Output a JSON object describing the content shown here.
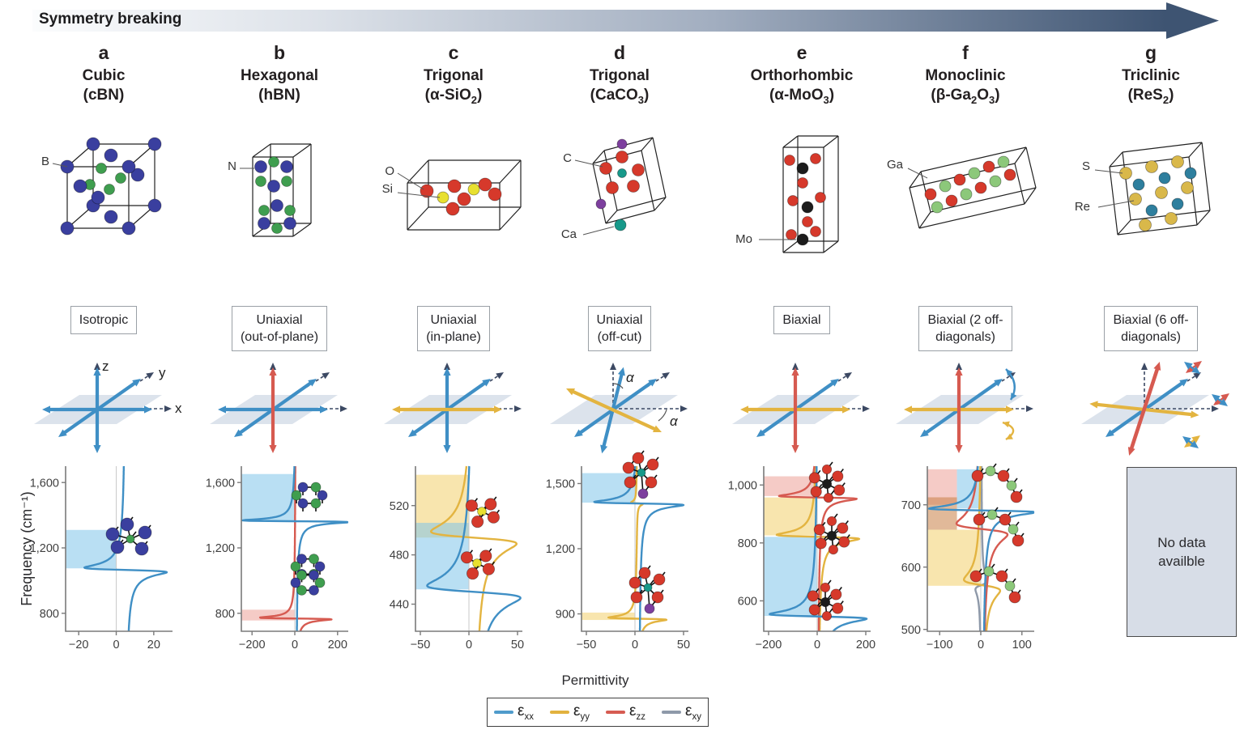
{
  "figure": {
    "arrow_label": "Symmetry breaking",
    "frequency_axis_label": "Frequency (cm⁻¹)",
    "permittivity_label": "Permittivity",
    "no_data_text": "No data availble",
    "arrow_gradient": [
      "#fbfcfd",
      "#dde2e9",
      "#a2aec0",
      "#3e5472"
    ],
    "legend": [
      {
        "name": "eps_xx",
        "symbol": "ε",
        "sub": "xx",
        "color": "#4f9bcb"
      },
      {
        "name": "eps_yy",
        "symbol": "ε",
        "sub": "yy",
        "color": "#e2b23e"
      },
      {
        "name": "eps_zz",
        "symbol": "ε",
        "sub": "zz",
        "color": "#d65c52"
      },
      {
        "name": "eps_xy",
        "symbol": "ε",
        "sub": "xy",
        "color": "#8e99a9"
      }
    ],
    "series_colors": {
      "eps_xx": "#3f8fc5",
      "eps_yy": "#e3b440",
      "eps_zz": "#d65a50",
      "eps_xy": "#8e99a9"
    },
    "band_colors": {
      "eps_xx": "#7fc4ea",
      "eps_yy": "#f2cf6b",
      "eps_zz": "#efa8a0",
      "overlap": "#c98045"
    },
    "atom_colors": {
      "b": "#3a3f9f",
      "g": "#3f9e4f",
      "y": "#e8e030",
      "r": "#d6392b",
      "t": "#17998a",
      "p": "#7d3f9e",
      "k": "#1c1c1c",
      "g2": "#8cc87a",
      "s": "#d9b84a",
      "re": "#2e7f9e"
    }
  },
  "columns": [
    {
      "letter": "a",
      "system": "Cubic",
      "formula": [
        [
          "(cBN)",
          0
        ]
      ],
      "anisotropy": [
        "Isotropic"
      ],
      "crystal_atom_labels": [
        "B"
      ],
      "axis_labels": [
        "z",
        "y",
        "x"
      ]
    },
    {
      "letter": "b",
      "system": "Hexagonal",
      "formula": [
        [
          "(hBN)",
          0
        ]
      ],
      "anisotropy": [
        "Uniaxial",
        "(out-of-plane)"
      ],
      "crystal_atom_labels": [
        "N"
      ]
    },
    {
      "letter": "c",
      "system": "Trigonal",
      "formula": [
        [
          "(α-SiO",
          0
        ],
        [
          "2",
          1
        ],
        [
          ")",
          0
        ]
      ],
      "anisotropy": [
        "Uniaxial",
        "(in-plane)"
      ],
      "crystal_atom_labels": [
        "O",
        "Si"
      ]
    },
    {
      "letter": "d",
      "system": "Trigonal",
      "formula": [
        [
          "(CaCO",
          0
        ],
        [
          "3",
          1
        ],
        [
          ")",
          0
        ]
      ],
      "anisotropy": [
        "Uniaxial",
        "(off-cut)"
      ],
      "crystal_atom_labels": [
        "C",
        "Ca"
      ],
      "angle_labels": [
        "α",
        "α"
      ]
    },
    {
      "letter": "e",
      "system": "Orthorhombic",
      "formula": [
        [
          "(α-MoO",
          0
        ],
        [
          "3",
          1
        ],
        [
          ")",
          0
        ]
      ],
      "anisotropy": [
        "Biaxial"
      ],
      "crystal_atom_labels": [
        "Mo"
      ]
    },
    {
      "letter": "f",
      "system": "Monoclinic",
      "formula": [
        [
          "(β-Ga",
          0
        ],
        [
          "2",
          1
        ],
        [
          "O",
          0
        ],
        [
          "3",
          1
        ],
        [
          ")",
          0
        ]
      ],
      "anisotropy": [
        "Biaxial (2 off-",
        "diagonals)"
      ],
      "crystal_atom_labels": [
        "Ga"
      ]
    },
    {
      "letter": "g",
      "system": "Triclinic",
      "formula": [
        [
          "(ReS",
          0
        ],
        [
          "2",
          1
        ],
        [
          ")",
          0
        ]
      ],
      "anisotropy": [
        "Biaxial (6 off-",
        "diagonals)"
      ],
      "crystal_atom_labels": [
        "S",
        "Re"
      ]
    }
  ],
  "chart_data": [
    {
      "panel": "a",
      "type": "line",
      "ylabel": "Frequency (cm⁻¹)",
      "xlabel": "Permittivity",
      "y_range": [
        690,
        1700
      ],
      "x_range": [
        -27,
        30
      ],
      "y_ticks": [
        {
          "v": 800,
          "label": "800"
        },
        {
          "v": 1200,
          "label": "1,200"
        },
        {
          "v": 1600,
          "label": "1,600"
        }
      ],
      "x_ticks": [
        {
          "v": -20,
          "label": "−20"
        },
        {
          "v": 0,
          "label": "0"
        },
        {
          "v": 20,
          "label": "20"
        }
      ],
      "series": [
        {
          "key": "eps_xx",
          "eps_inf": 5,
          "resonances": [
            {
              "f0": 1065,
              "gamma": 14,
              "peak": 22
            }
          ]
        }
      ],
      "bands": [
        {
          "key": "eps_xx",
          "y": [
            1075,
            1310
          ],
          "x": [
            "min",
            0
          ]
        }
      ]
    },
    {
      "panel": "b",
      "type": "line",
      "y_range": [
        690,
        1700
      ],
      "x_range": [
        -250,
        250
      ],
      "y_ticks": [
        {
          "v": 800,
          "label": "800"
        },
        {
          "v": 1200,
          "label": "1,200"
        },
        {
          "v": 1600,
          "label": "1,600"
        }
      ],
      "x_ticks": [
        {
          "v": -200,
          "label": "−200"
        },
        {
          "v": 0,
          "label": "0"
        },
        {
          "v": 200,
          "label": "200"
        }
      ],
      "series": [
        {
          "key": "eps_xx",
          "eps_inf": 6,
          "resonances": [
            {
              "f0": 1363,
              "gamma": 5,
              "peak": 260
            }
          ]
        },
        {
          "key": "eps_zz",
          "eps_inf": 4,
          "resonances": [
            {
              "f0": 768,
              "gamma": 5,
              "peak": 170
            }
          ]
        }
      ],
      "bands": [
        {
          "key": "eps_xx",
          "y": [
            1368,
            1652
          ],
          "x": [
            "min",
            0
          ]
        },
        {
          "key": "eps_zz",
          "y": [
            756,
            822
          ],
          "x": [
            "min",
            0
          ]
        }
      ]
    },
    {
      "panel": "c",
      "type": "line",
      "y_range": [
        418,
        552
      ],
      "x_range": [
        -55,
        55
      ],
      "y_ticks": [
        {
          "v": 440,
          "label": "440"
        },
        {
          "v": 480,
          "label": "480"
        },
        {
          "v": 520,
          "label": "520"
        }
      ],
      "x_ticks": [
        {
          "v": -50,
          "label": "−50"
        },
        {
          "v": 0,
          "label": "0"
        },
        {
          "v": 50,
          "label": "50"
        }
      ],
      "series": [
        {
          "key": "eps_yy",
          "eps_inf": 5,
          "resonances": [
            {
              "f0": 494,
              "gamma": 5,
              "peak": 44
            }
          ]
        },
        {
          "key": "eps_xx",
          "eps_inf": 5,
          "resonances": [
            {
              "f0": 450,
              "gamma": 5,
              "peak": 48
            }
          ]
        }
      ],
      "bands": [
        {
          "key": "eps_yy",
          "y": [
            494,
            545
          ],
          "x": [
            "min",
            0
          ]
        },
        {
          "key": "eps_xx",
          "y": [
            452,
            506
          ],
          "x": [
            "min",
            0
          ]
        }
      ]
    },
    {
      "panel": "d",
      "type": "line",
      "y_range": [
        820,
        1580
      ],
      "x_range": [
        -55,
        55
      ],
      "y_ticks": [
        {
          "v": 900,
          "label": "900"
        },
        {
          "v": 1200,
          "label": "1,200"
        },
        {
          "v": 1500,
          "label": "1,500"
        }
      ],
      "x_ticks": [
        {
          "v": -50,
          "label": "−50"
        },
        {
          "v": 0,
          "label": "0"
        },
        {
          "v": 50,
          "label": "50"
        }
      ],
      "series": [
        {
          "key": "eps_xx",
          "eps_inf": 4,
          "resonances": [
            {
              "f0": 1408,
              "gamma": 7,
              "peak": 46
            }
          ]
        },
        {
          "key": "eps_yy",
          "eps_inf": 2.5,
          "resonances": [
            {
              "f0": 878,
              "gamma": 5,
              "peak": 30
            },
            {
              "f0": 1409,
              "gamma": 4,
              "peak": 6
            }
          ]
        }
      ],
      "bands": [
        {
          "key": "eps_xx",
          "y": [
            1412,
            1548
          ],
          "x": [
            "min",
            0
          ]
        },
        {
          "key": "eps_yy",
          "y": [
            872,
            906
          ],
          "x": [
            "min",
            0
          ]
        }
      ]
    },
    {
      "panel": "e",
      "type": "line",
      "y_range": [
        495,
        1065
      ],
      "x_range": [
        -220,
        220
      ],
      "y_ticks": [
        {
          "v": 600,
          "label": "600"
        },
        {
          "v": 800,
          "label": "800"
        },
        {
          "v": 1000,
          "label": "1,000"
        }
      ],
      "x_ticks": [
        {
          "v": -200,
          "label": "−200"
        },
        {
          "v": 0,
          "label": "0"
        },
        {
          "v": 200,
          "label": "200"
        }
      ],
      "series": [
        {
          "key": "eps_zz",
          "eps_inf": 3,
          "resonances": [
            {
              "f0": 957,
              "gamma": 5,
              "peak": 160
            }
          ]
        },
        {
          "key": "eps_yy",
          "eps_inf": 3,
          "resonances": [
            {
              "f0": 821,
              "gamma": 7,
              "peak": 170
            }
          ]
        },
        {
          "key": "eps_xx",
          "eps_inf": 4,
          "resonances": [
            {
              "f0": 546,
              "gamma": 8,
              "peak": 200
            }
          ]
        }
      ],
      "bands": [
        {
          "key": "eps_zz",
          "y": [
            962,
            1030
          ],
          "x": [
            "min",
            0
          ]
        },
        {
          "key": "eps_yy",
          "y": [
            826,
            957
          ],
          "x": [
            "min",
            0
          ]
        },
        {
          "key": "eps_xx",
          "y": [
            548,
            821
          ],
          "x": [
            "min",
            0
          ]
        }
      ]
    },
    {
      "panel": "f",
      "type": "line",
      "y_range": [
        497,
        762
      ],
      "x_range": [
        -130,
        130
      ],
      "y_ticks": [
        {
          "v": 500,
          "label": "500"
        },
        {
          "v": 600,
          "label": "600"
        },
        {
          "v": 700,
          "label": "700"
        }
      ],
      "x_ticks": [
        {
          "v": -100,
          "label": "−100"
        },
        {
          "v": 0,
          "label": "0"
        },
        {
          "v": 100,
          "label": "100"
        }
      ],
      "series": [
        {
          "key": "eps_xx",
          "eps_inf": 4,
          "resonances": [
            {
              "f0": 691,
              "gamma": 3,
              "peak": 130
            }
          ]
        },
        {
          "key": "eps_zz",
          "eps_inf": 3,
          "resonances": [
            {
              "f0": 661,
              "gamma": 9,
              "peak": 62
            }
          ]
        },
        {
          "key": "eps_yy",
          "eps_inf": 3,
          "resonances": [
            {
              "f0": 571,
              "gamma": 9,
              "peak": 44
            }
          ]
        },
        {
          "key": "eps_xy",
          "eps_inf": 1,
          "resonances": [
            {
              "f0": 571,
              "gamma": 7,
              "peak": -14
            }
          ]
        }
      ],
      "bands": [
        {
          "key": "eps_zz",
          "y": [
            700,
            757
          ],
          "x": [
            "min",
            -58
          ]
        },
        {
          "key": "overlap",
          "y": [
            660,
            712
          ],
          "x": [
            "min",
            -58
          ]
        },
        {
          "key": "eps_xx",
          "y": [
            694,
            757
          ],
          "x": [
            -58,
            0
          ]
        },
        {
          "key": "eps_yy",
          "y": [
            570,
            660
          ],
          "x": [
            "min",
            0
          ]
        }
      ]
    },
    {
      "panel": "g",
      "type": "none",
      "note": "No data availble"
    }
  ]
}
